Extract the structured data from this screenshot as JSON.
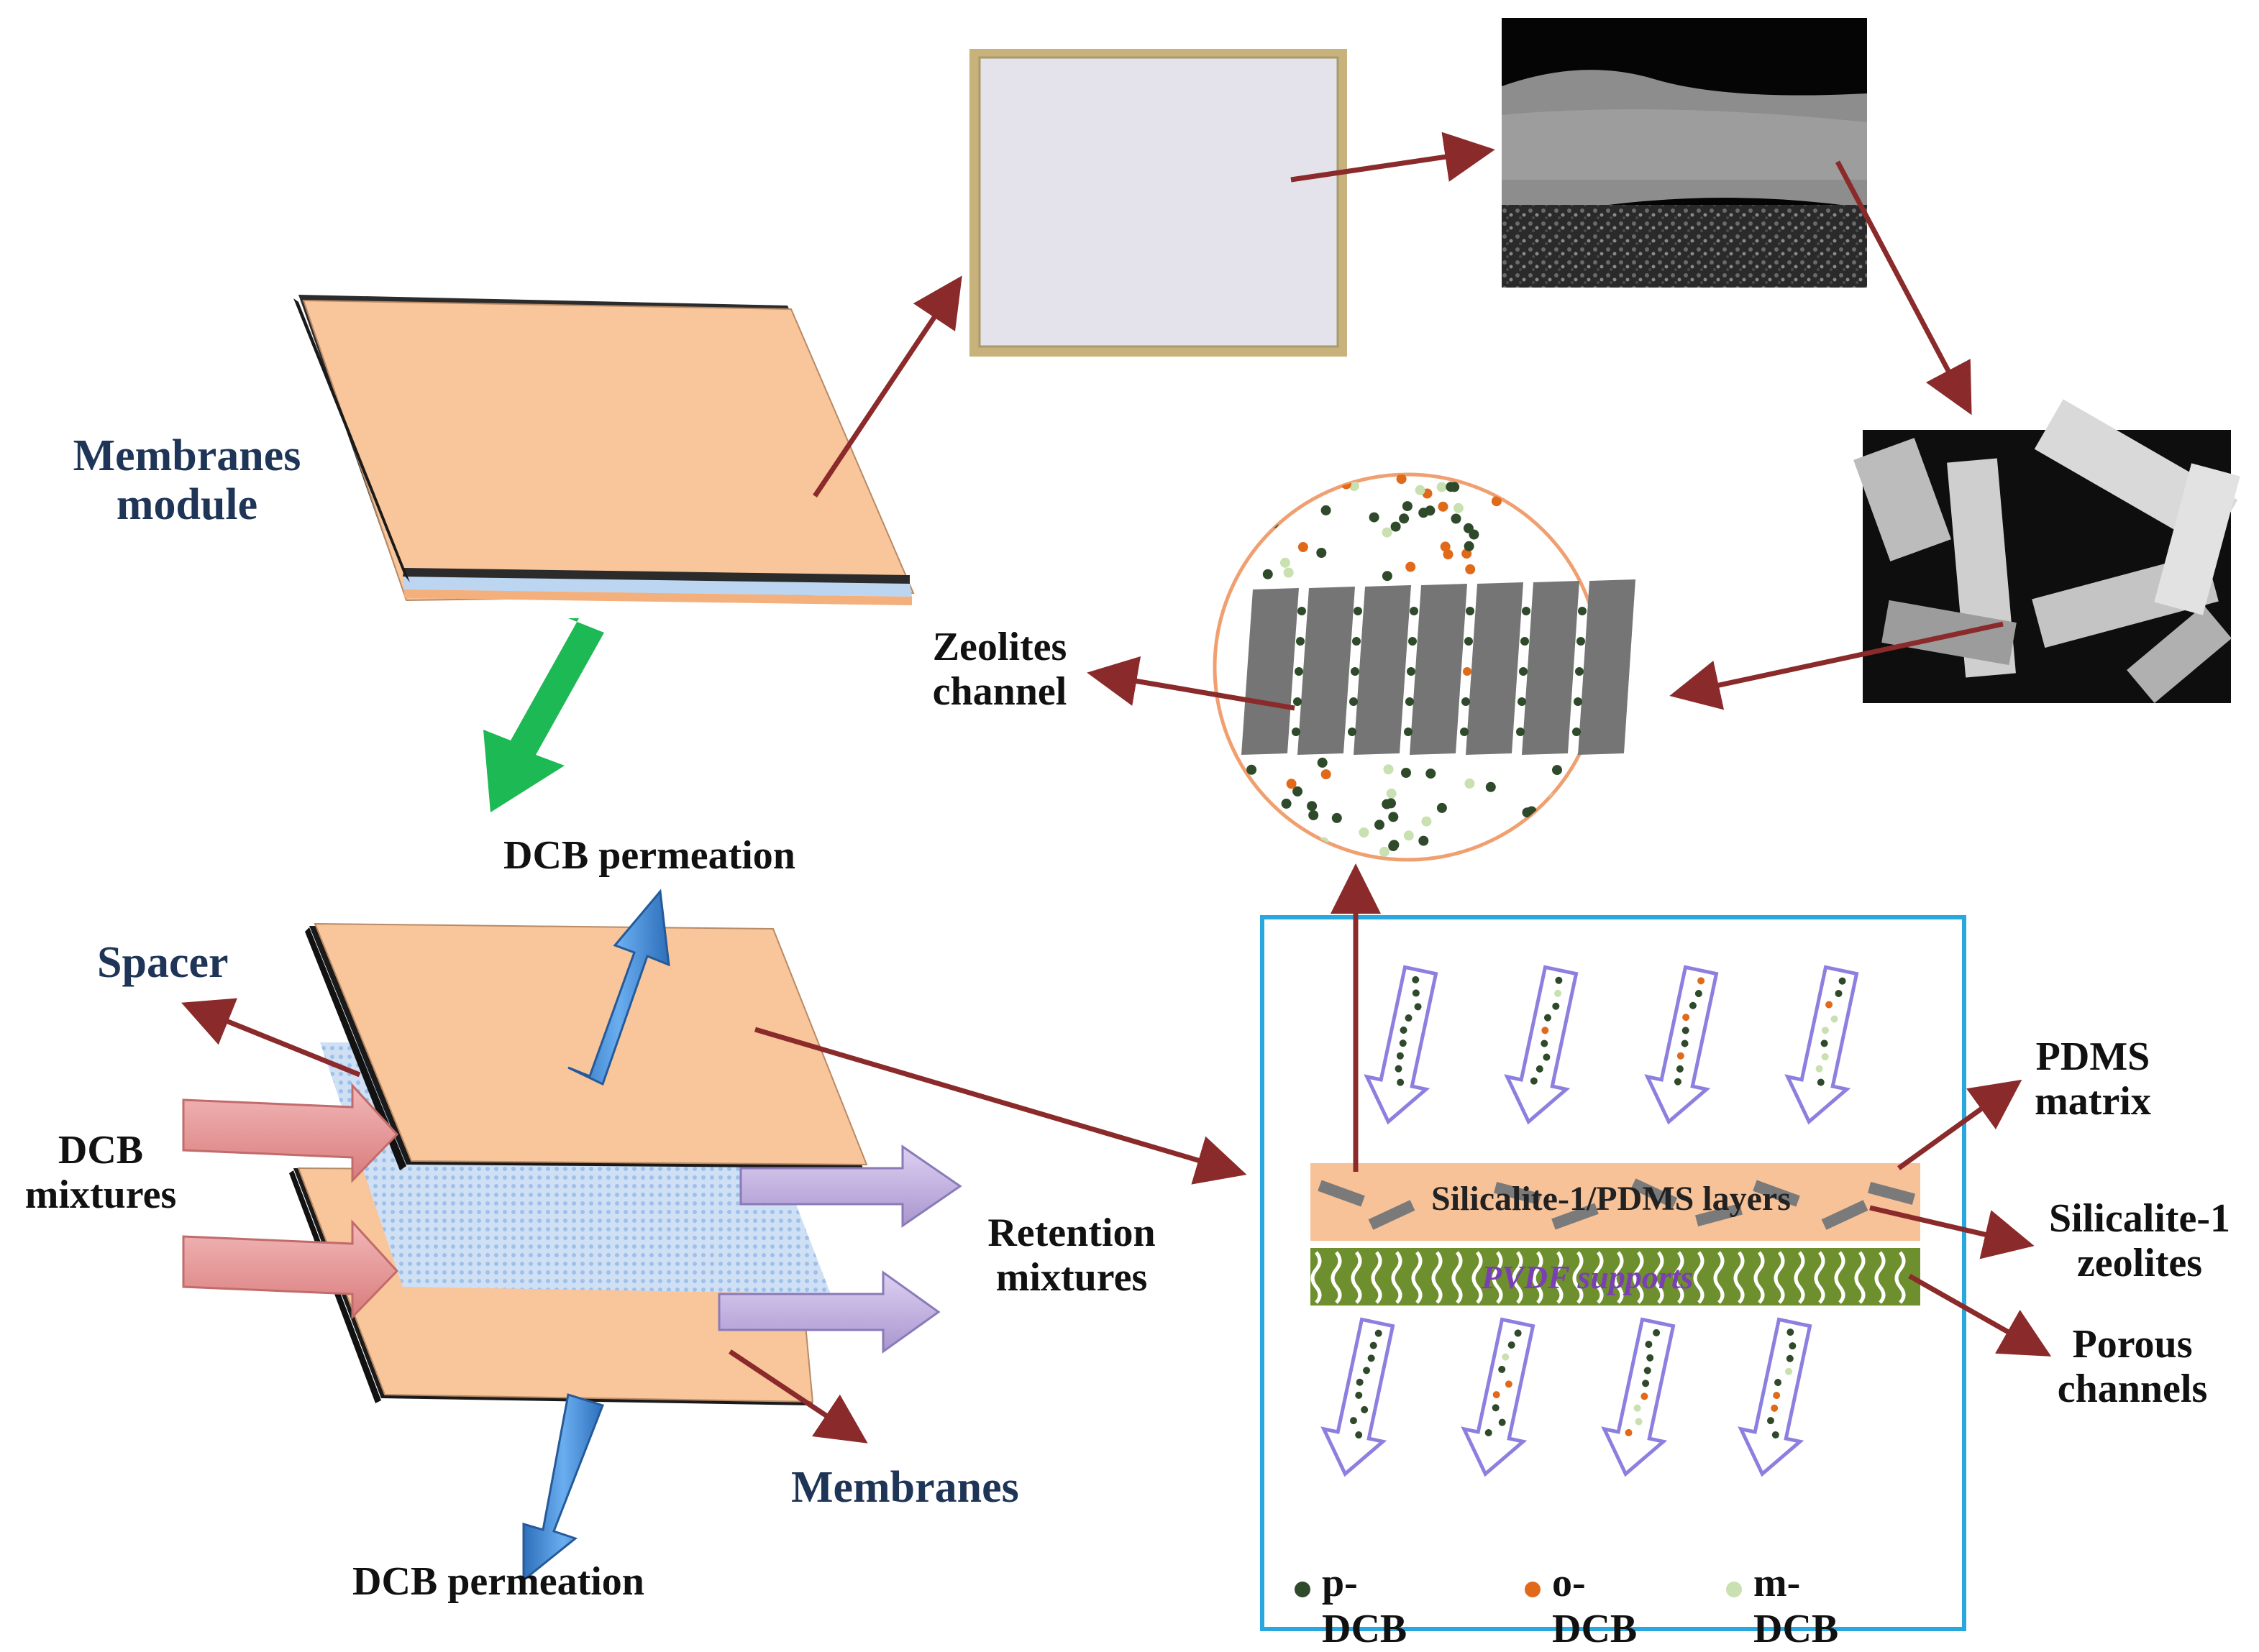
{
  "labels": {
    "membranes_module_line1": "Membranes",
    "membranes_module_line2": "module",
    "zeolites_channel_line1": "Zeolites",
    "zeolites_channel_line2": "channel",
    "dcb_permeation_top": "DCB permeation",
    "dcb_permeation_bottom": "DCB permeation",
    "spacer": "Spacer",
    "dcb_mixtures_line1": "DCB",
    "dcb_mixtures_line2": "mixtures",
    "retention_line1": "Retention",
    "retention_line2": "mixtures",
    "membranes": "Membranes",
    "pdms_matrix_line1": "PDMS",
    "pdms_matrix_line2": "matrix",
    "silicalite_zeolites_line1": "Silicalite-1",
    "silicalite_zeolites_line2": "zeolites",
    "porous_channels_line1": "Porous",
    "porous_channels_line2": "channels",
    "silicalite_pdms_layer": "Silicalite-1/PDMS layers",
    "pvdf_supports": "PVDF supports"
  },
  "legend": [
    {
      "label": "p-DCB",
      "color": "#2f4a2a"
    },
    {
      "label": "o-DCB",
      "color": "#e06a1a"
    },
    {
      "label": "m-DCB",
      "color": "#c9e0b0"
    }
  ],
  "colors": {
    "membrane_peach": "#f9c59a",
    "arrow_dark_red": "#8b2a2a",
    "green_arrow": "#1db954",
    "blue_arrow": "#4a8fd6",
    "pink_arrow": "#e89a9a",
    "purple_arrow": "#c5b4e3",
    "frame_blue": "#29a8e0",
    "zeolite_gray": "#7a7a7a",
    "pvdf_green": "#6e8f2e"
  }
}
